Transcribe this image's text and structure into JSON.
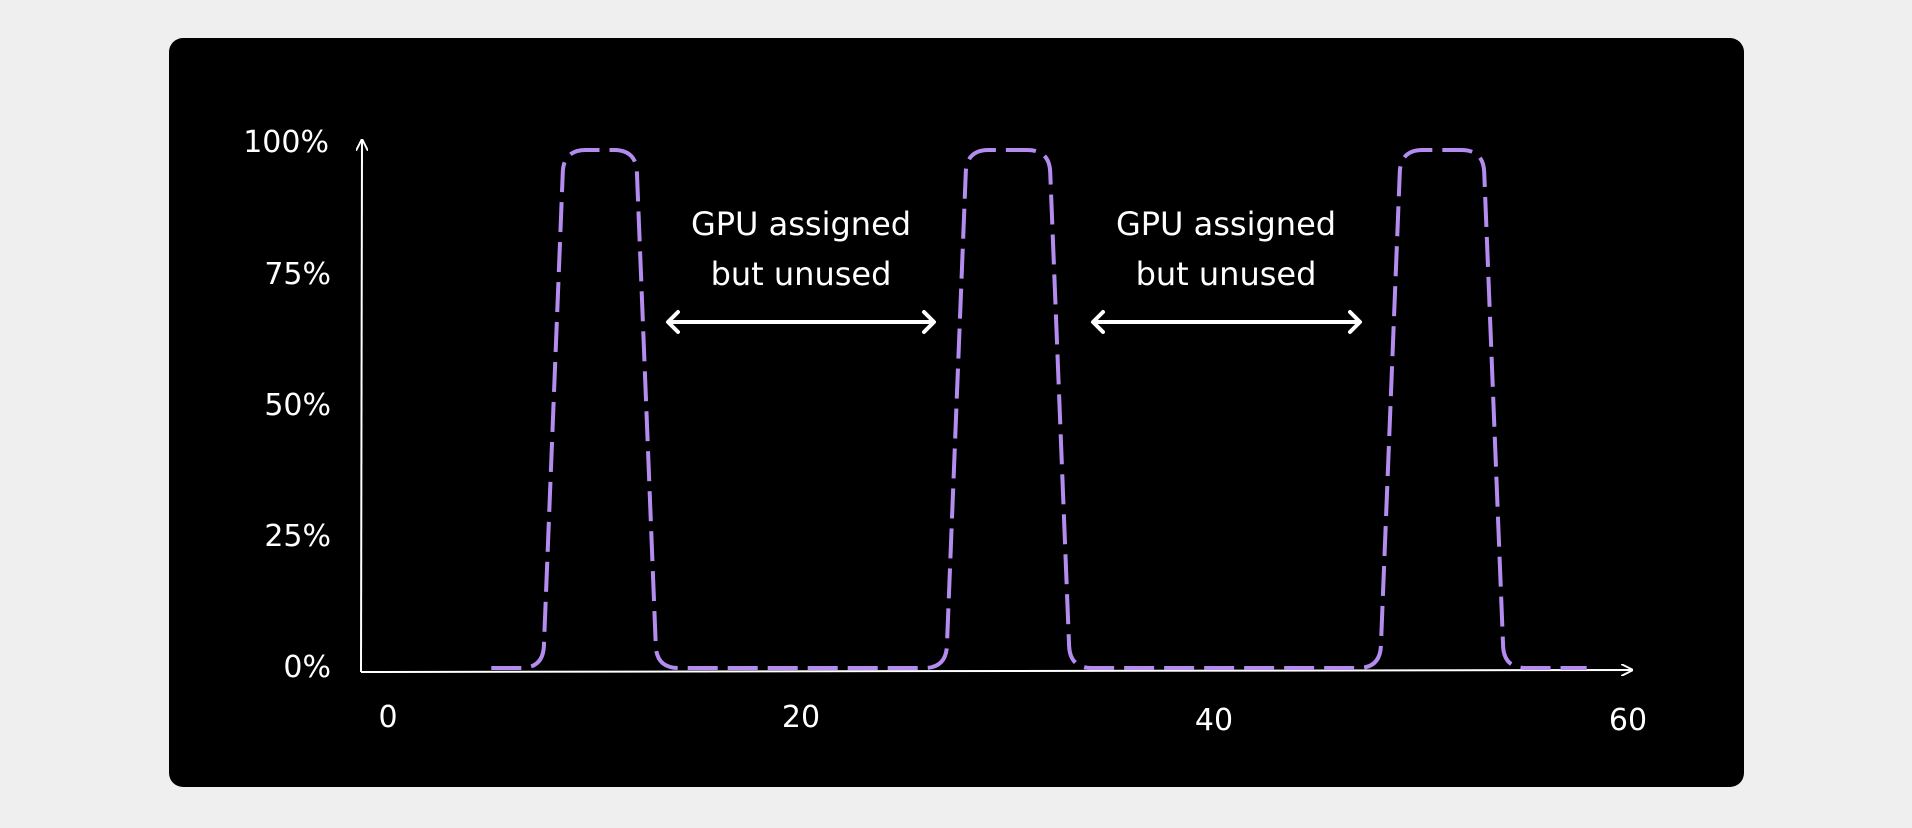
{
  "chart_data": {
    "type": "line",
    "title": "",
    "xlabel": "",
    "ylabel": "",
    "x_ticks": [
      "0",
      "20",
      "40",
      "60"
    ],
    "y_ticks": [
      "0%",
      "25%",
      "50%",
      "75%",
      "100%"
    ],
    "xlim": [
      0,
      60
    ],
    "ylim": [
      0,
      100
    ],
    "grid": false,
    "legend": "none",
    "series": [
      {
        "color": "#b48cf0",
        "line_style": "dashed",
        "points": [
          [
            5,
            0
          ],
          [
            7.5,
            0
          ],
          [
            8.5,
            100
          ],
          [
            12,
            100
          ],
          [
            13,
            0
          ],
          [
            27,
            0
          ],
          [
            28,
            100
          ],
          [
            32,
            100
          ],
          [
            33,
            0
          ],
          [
            48,
            0
          ],
          [
            49,
            100
          ],
          [
            53,
            100
          ],
          [
            54,
            0
          ],
          [
            58,
            0
          ]
        ]
      }
    ],
    "annotations": [
      {
        "line1": "GPU assigned",
        "line2": "but unused",
        "x_start": 13.5,
        "x_end": 27
      },
      {
        "line1": "GPU assigned",
        "line2": "but unused",
        "x_start": 33.5,
        "x_end": 48
      }
    ],
    "colors": {
      "background": "#000000",
      "page": "#efefef",
      "axis": "#ffffff",
      "series": "#b48cf0",
      "text": "#ffffff"
    }
  }
}
